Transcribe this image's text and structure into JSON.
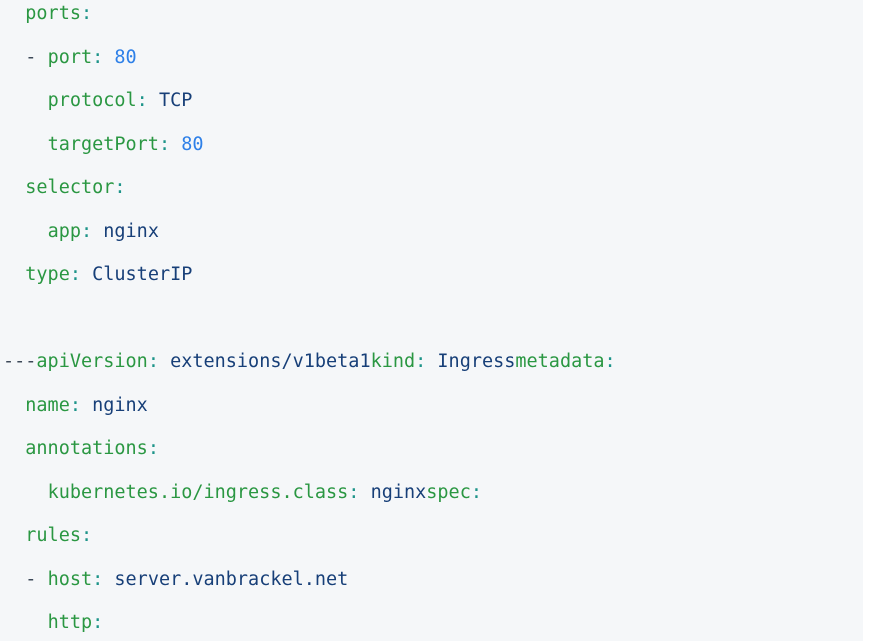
{
  "code_block": {
    "language": "yaml",
    "colors": {
      "background": "#f5f7f9",
      "key": "#2a9742",
      "value": "#173f78",
      "number": "#2e80e8",
      "punctuation": "#1d9489",
      "dash": "#3c4858",
      "page": "#ffffff"
    },
    "lines": [
      {
        "indent": 2,
        "tokens": [
          {
            "type": "key",
            "text": "ports"
          },
          {
            "type": "punct",
            "text": ":"
          }
        ]
      },
      {
        "indent": 2,
        "tokens": [
          {
            "type": "dash",
            "text": "-"
          },
          {
            "type": "plain",
            "text": " "
          },
          {
            "type": "key",
            "text": "port"
          },
          {
            "type": "punct",
            "text": ":"
          },
          {
            "type": "plain",
            "text": " "
          },
          {
            "type": "number",
            "text": "80"
          }
        ]
      },
      {
        "indent": 4,
        "tokens": [
          {
            "type": "key",
            "text": "protocol"
          },
          {
            "type": "punct",
            "text": ":"
          },
          {
            "type": "plain",
            "text": " "
          },
          {
            "type": "value",
            "text": "TCP"
          }
        ]
      },
      {
        "indent": 4,
        "tokens": [
          {
            "type": "key",
            "text": "targetPort"
          },
          {
            "type": "punct",
            "text": ":"
          },
          {
            "type": "plain",
            "text": " "
          },
          {
            "type": "number",
            "text": "80"
          }
        ]
      },
      {
        "indent": 2,
        "tokens": [
          {
            "type": "key",
            "text": "selector"
          },
          {
            "type": "punct",
            "text": ":"
          }
        ]
      },
      {
        "indent": 4,
        "tokens": [
          {
            "type": "key",
            "text": "app"
          },
          {
            "type": "punct",
            "text": ":"
          },
          {
            "type": "plain",
            "text": " "
          },
          {
            "type": "value",
            "text": "nginx"
          }
        ]
      },
      {
        "indent": 2,
        "tokens": [
          {
            "type": "key",
            "text": "type"
          },
          {
            "type": "punct",
            "text": ":"
          },
          {
            "type": "plain",
            "text": " "
          },
          {
            "type": "value",
            "text": "ClusterIP"
          }
        ]
      },
      {
        "indent": 0,
        "tokens": []
      },
      {
        "indent": 0,
        "tokens": [
          {
            "type": "dash",
            "text": "---"
          },
          {
            "type": "key",
            "text": "apiVersion"
          },
          {
            "type": "punct",
            "text": ":"
          },
          {
            "type": "plain",
            "text": " "
          },
          {
            "type": "value",
            "text": "extensions/v1beta1"
          },
          {
            "type": "key",
            "text": "kind"
          },
          {
            "type": "punct",
            "text": ":"
          },
          {
            "type": "plain",
            "text": " "
          },
          {
            "type": "value",
            "text": "Ingress"
          },
          {
            "type": "key",
            "text": "metadata"
          },
          {
            "type": "punct",
            "text": ":"
          }
        ]
      },
      {
        "indent": 2,
        "tokens": [
          {
            "type": "key",
            "text": "name"
          },
          {
            "type": "punct",
            "text": ":"
          },
          {
            "type": "plain",
            "text": " "
          },
          {
            "type": "value",
            "text": "nginx"
          }
        ]
      },
      {
        "indent": 2,
        "tokens": [
          {
            "type": "key",
            "text": "annotations"
          },
          {
            "type": "punct",
            "text": ":"
          }
        ]
      },
      {
        "indent": 4,
        "tokens": [
          {
            "type": "key",
            "text": "kubernetes.io/ingress.class"
          },
          {
            "type": "punct",
            "text": ":"
          },
          {
            "type": "plain",
            "text": " "
          },
          {
            "type": "value",
            "text": "nginx"
          },
          {
            "type": "key",
            "text": "spec"
          },
          {
            "type": "punct",
            "text": ":"
          }
        ]
      },
      {
        "indent": 2,
        "tokens": [
          {
            "type": "key",
            "text": "rules"
          },
          {
            "type": "punct",
            "text": ":"
          }
        ]
      },
      {
        "indent": 2,
        "tokens": [
          {
            "type": "dash",
            "text": "-"
          },
          {
            "type": "plain",
            "text": " "
          },
          {
            "type": "key",
            "text": "host"
          },
          {
            "type": "punct",
            "text": ":"
          },
          {
            "type": "plain",
            "text": " "
          },
          {
            "type": "value",
            "text": "server.vanbrackel.net"
          }
        ]
      },
      {
        "indent": 4,
        "tokens": [
          {
            "type": "key",
            "text": "http"
          },
          {
            "type": "punct",
            "text": ":"
          }
        ]
      }
    ]
  }
}
